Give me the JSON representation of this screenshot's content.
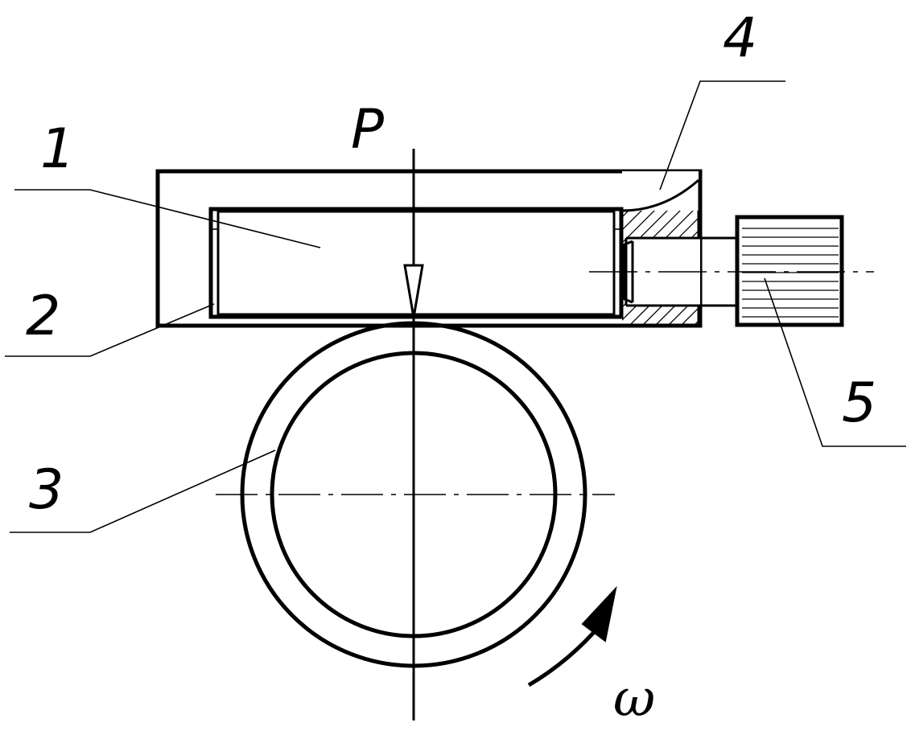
{
  "labels": {
    "p": "P",
    "one": "1",
    "two": "2",
    "three": "3",
    "four": "4",
    "five": "5",
    "omega": "ω"
  }
}
